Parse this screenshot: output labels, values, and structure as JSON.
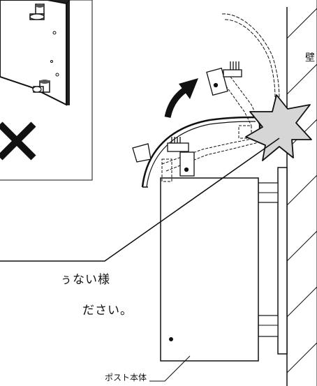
{
  "labels": {
    "wall": "壁",
    "caution_line_1": "ぅない様",
    "caution_line_2": "ださい。",
    "post_body": "ポスト本体"
  },
  "icons": {
    "wrong_mark": "cross-icon",
    "rotation_arrow": "curved-arrow-icon",
    "impact": "collision-burst-icon"
  },
  "colors": {
    "line": "#111111",
    "burst_fill": "#d6d6d6",
    "background": "#ffffff"
  }
}
